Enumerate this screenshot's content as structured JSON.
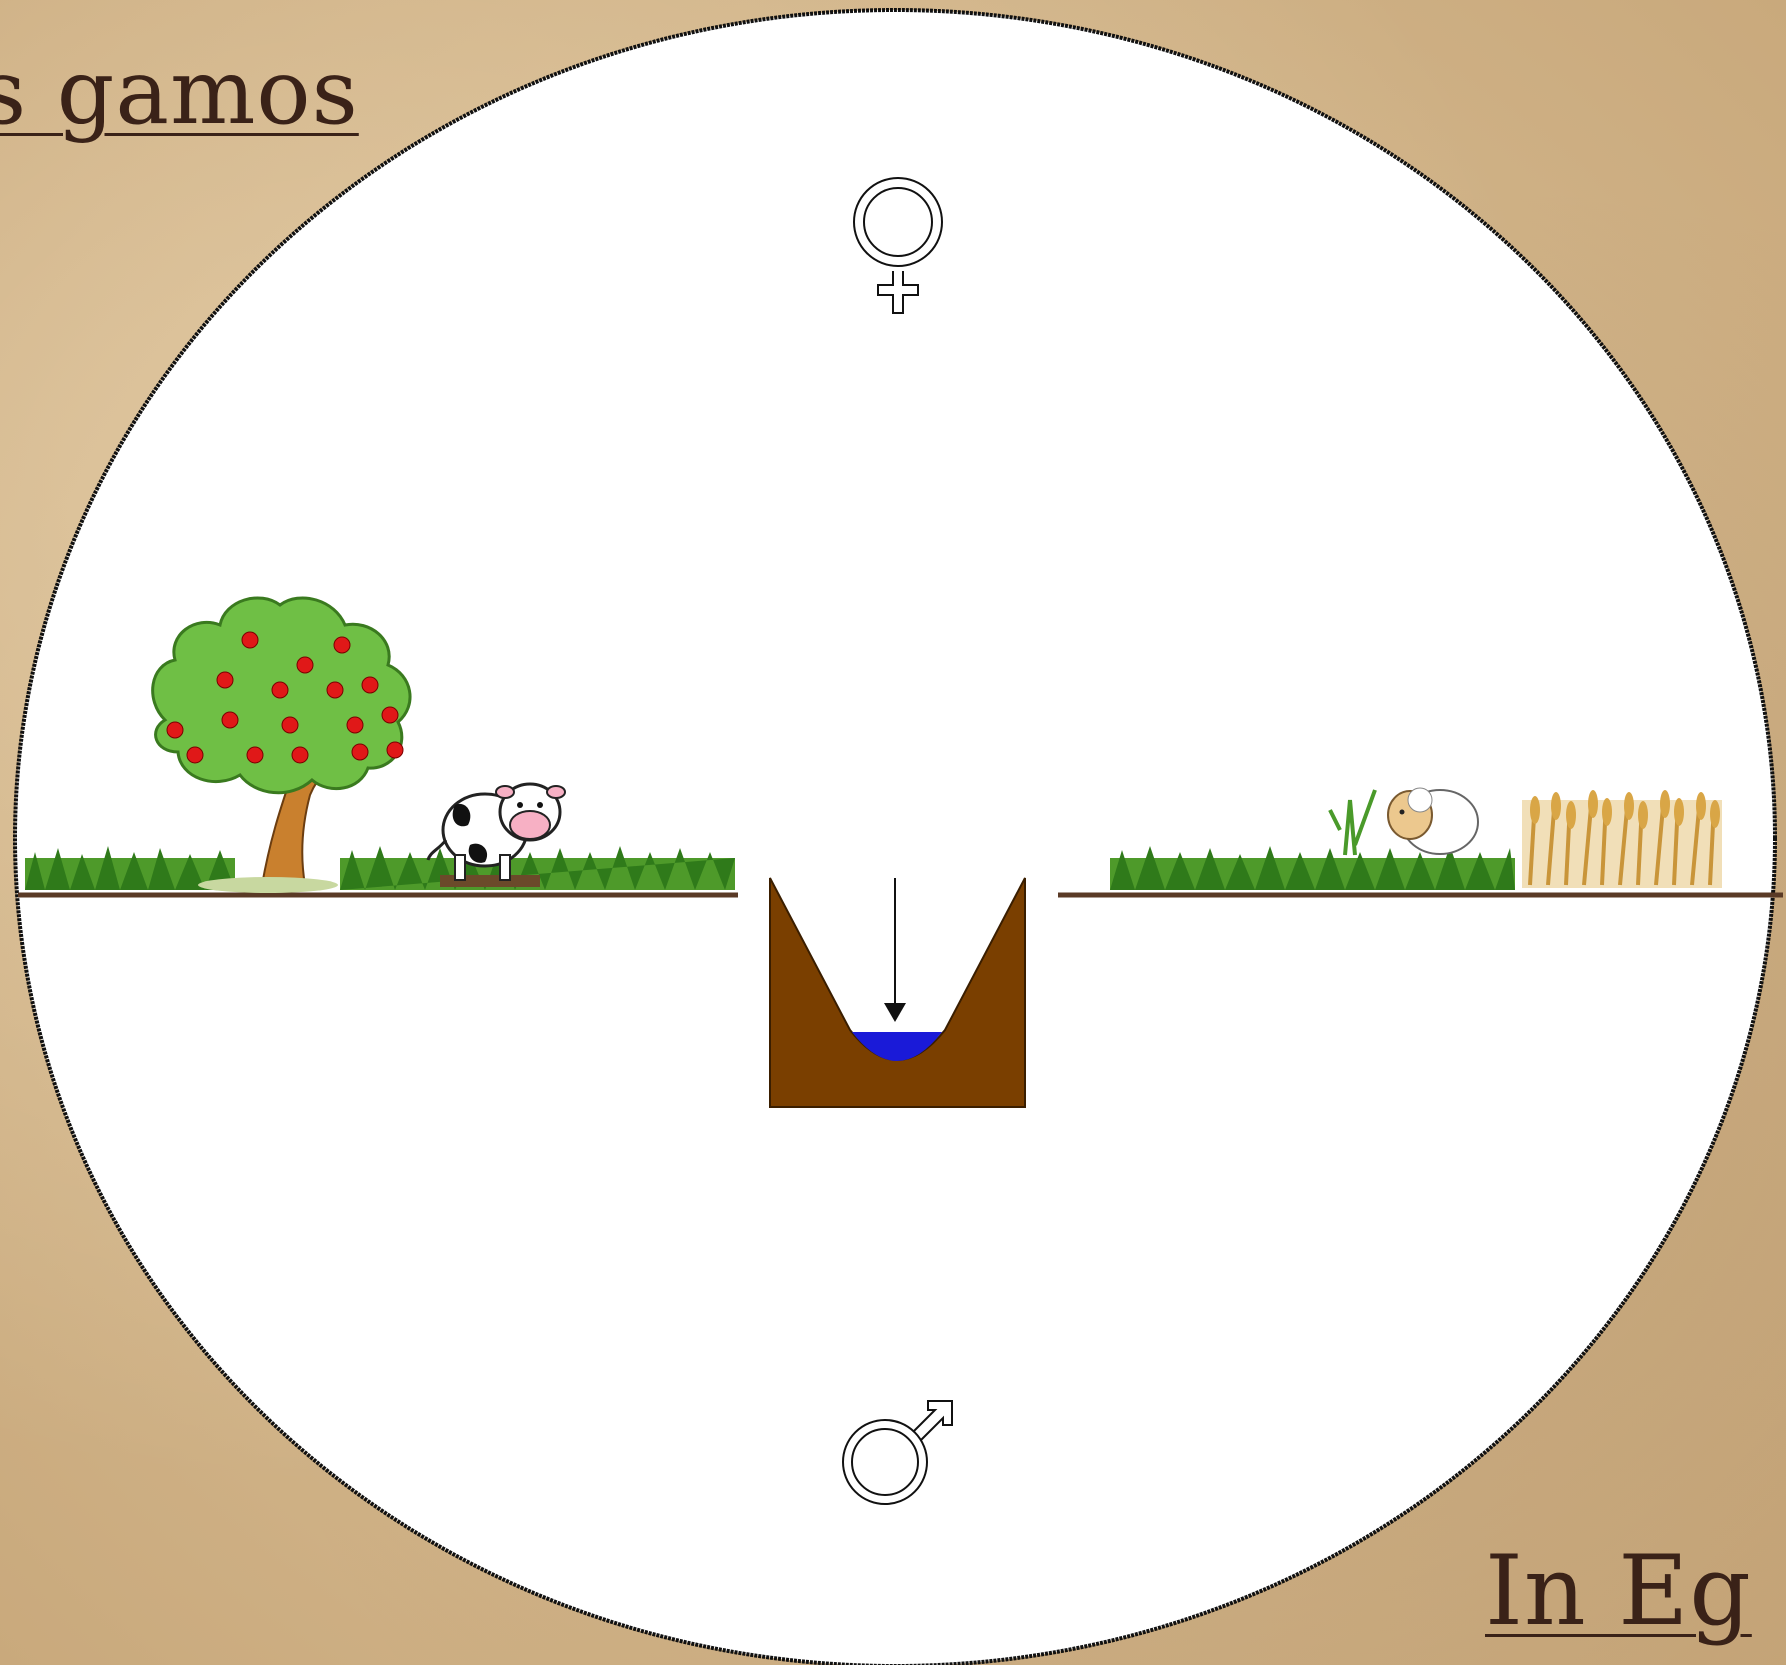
{
  "captions": {
    "top_left": "s gamos",
    "bottom_right": "In Eg"
  },
  "symbols": {
    "top": "female-symbol",
    "bottom": "male-symbol"
  },
  "colors": {
    "background": "#d6b98f",
    "disc": "#ffffff",
    "disc_border": "#111111",
    "ground_line": "#5a3a26",
    "soil": "#7a3f00",
    "water": "#1a1ad8",
    "text": "#3a2218"
  }
}
